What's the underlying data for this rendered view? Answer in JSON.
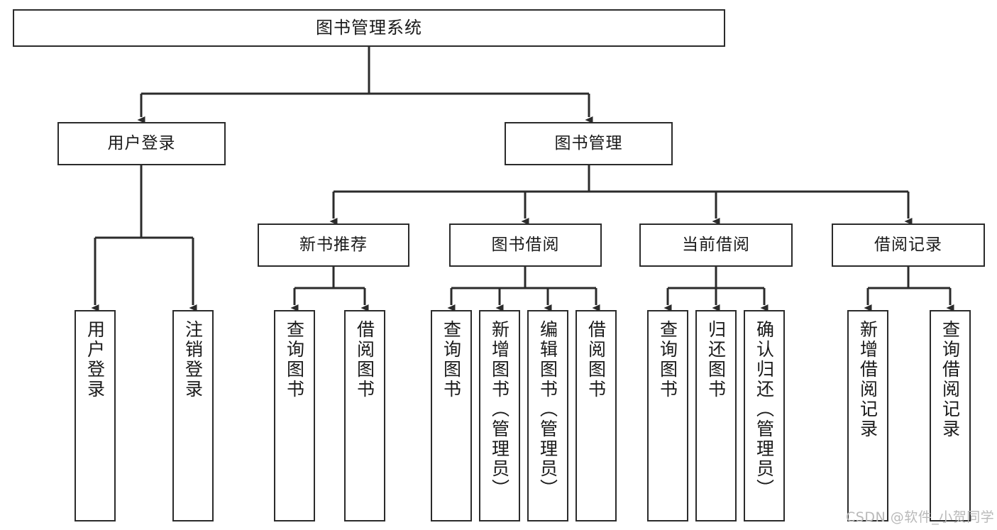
{
  "diagram": {
    "type": "tree-hierarchy-diagram",
    "title": "图书管理系统",
    "watermark": "CSDN @软件_小贺同学",
    "colors": {
      "box_border": "#2b2b2b",
      "box_fill": "#ffffff",
      "connector": "#2b2b2b",
      "text": "#1a1a1a",
      "watermark": "#b9b9b9",
      "background": "#ffffff"
    },
    "nodes": {
      "root": {
        "label": "图书管理系统"
      },
      "level2": [
        {
          "label": "用户登录"
        },
        {
          "label": "图书管理"
        }
      ],
      "level3": [
        {
          "label": "新书推荐"
        },
        {
          "label": "图书借阅"
        },
        {
          "label": "当前借阅"
        },
        {
          "label": "借阅记录"
        }
      ],
      "leaves": {
        "user_login": [
          {
            "label": "用户登录"
          },
          {
            "label": "注销登录"
          }
        ],
        "new_book_recommend": [
          {
            "label": "查询图书"
          },
          {
            "label": "借阅图书"
          }
        ],
        "book_borrow": [
          {
            "label": "查询图书"
          },
          {
            "label": "新增图书（管理员）"
          },
          {
            "label": "编辑图书（管理员）"
          },
          {
            "label": "借阅图书"
          }
        ],
        "current_borrow": [
          {
            "label": "查询图书"
          },
          {
            "label": "归还图书"
          },
          {
            "label": "确认归还（管理员）"
          }
        ],
        "borrow_record": [
          {
            "label": "新增借阅记录"
          },
          {
            "label": "查询借阅记录"
          }
        ]
      }
    }
  }
}
